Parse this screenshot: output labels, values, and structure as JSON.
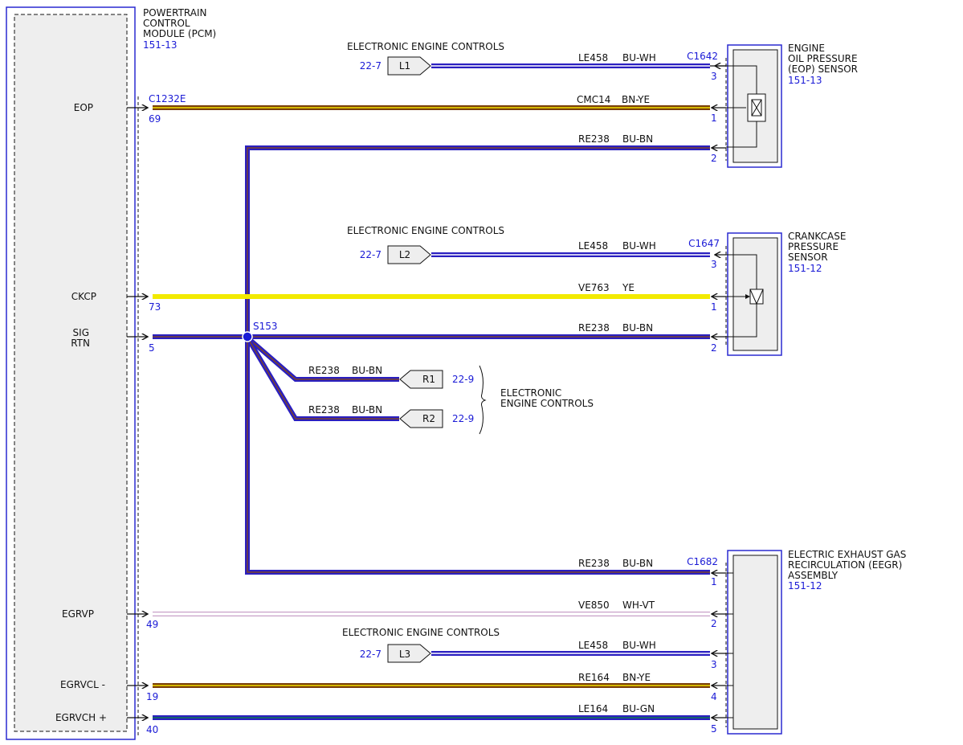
{
  "pcm": {
    "title_lines": [
      "POWERTRAIN",
      "CONTROL",
      "MODULE (PCM)"
    ],
    "ref": "151-13",
    "pins": {
      "eop": "EOP",
      "ckcp": "CKCP",
      "sig": "SIG",
      "rtn": "RTN",
      "egrvp": "EGRVP",
      "egrvcl": "EGRVCL -",
      "egrvch": "EGRVCH +"
    },
    "connector": "C1232E",
    "pin_numbers": {
      "eop": "69",
      "ckcp": "73",
      "sigrtn": "5",
      "egrvp": "49",
      "egrvcl": "19",
      "egrvch": "40"
    }
  },
  "eop_sensor": {
    "title_lines": [
      "ENGINE",
      "OIL PRESSURE",
      "(EOP) SENSOR"
    ],
    "ref": "151-13",
    "connector": "C1642",
    "pins": [
      "3",
      "1",
      "2"
    ]
  },
  "ckcp_sensor": {
    "title_lines": [
      "CRANKCASE",
      "PRESSURE",
      "SENSOR"
    ],
    "ref": "151-12",
    "connector": "C1647",
    "pins": [
      "3",
      "1",
      "2"
    ]
  },
  "eegr": {
    "title_lines": [
      "ELECTRIC EXHAUST GAS",
      "RECIRCULATION (EEGR)",
      "ASSEMBLY"
    ],
    "ref": "151-12",
    "connector": "C1682",
    "pins": [
      "1",
      "2",
      "3",
      "4",
      "5"
    ]
  },
  "refs": {
    "l1": {
      "section": "ELECTRONIC ENGINE CONTROLS",
      "page": "22-7",
      "label": "L1"
    },
    "l2": {
      "section": "ELECTRONIC ENGINE CONTROLS",
      "page": "22-7",
      "label": "L2"
    },
    "l3": {
      "section": "ELECTRONIC ENGINE CONTROLS",
      "page": "22-7",
      "label": "L3"
    },
    "r1": {
      "page": "22-9",
      "label": "R1"
    },
    "r2": {
      "page": "22-9",
      "label": "R2"
    },
    "r_group_lines": [
      "ELECTRONIC",
      "ENGINE CONTROLS"
    ]
  },
  "splice": "S153",
  "wires": {
    "w_eop_l1": {
      "circuit": "LE458",
      "color": "BU-WH"
    },
    "w_eop": {
      "circuit": "CMC14",
      "color": "BN-YE"
    },
    "w_eop_rtn": {
      "circuit": "RE238",
      "color": "BU-BN"
    },
    "w_ckcp_l2": {
      "circuit": "LE458",
      "color": "BU-WH"
    },
    "w_ckcp": {
      "circuit": "VE763",
      "color": "YE"
    },
    "w_ckcp_rtn": {
      "circuit": "RE238",
      "color": "BU-BN"
    },
    "w_r1": {
      "circuit": "RE238",
      "color": "BU-BN"
    },
    "w_r2": {
      "circuit": "RE238",
      "color": "BU-BN"
    },
    "w_eegr_rtn": {
      "circuit": "RE238",
      "color": "BU-BN"
    },
    "w_egrvp": {
      "circuit": "VE850",
      "color": "WH-VT"
    },
    "w_eegr_l3": {
      "circuit": "LE458",
      "color": "BU-WH"
    },
    "w_egrvcl": {
      "circuit": "RE164",
      "color": "BN-YE"
    },
    "w_egrvch": {
      "circuit": "LE164",
      "color": "BU-GN"
    }
  },
  "wire_colors": {
    "blue": "#2a1fc0",
    "blue_white": "#ffffff",
    "brown": "#8a4a10",
    "yellow": "#f2ea00",
    "white_violet": "#c8a0c8",
    "green": "#0a8a3a",
    "accent_text": "#1a1ad6"
  }
}
